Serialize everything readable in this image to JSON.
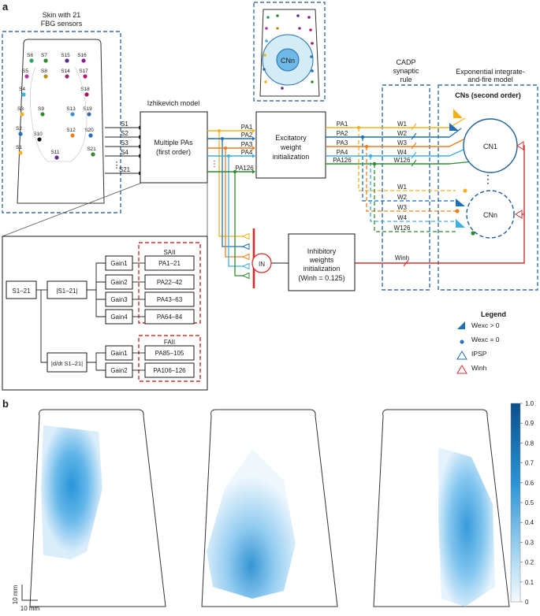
{
  "panels": {
    "a": "a",
    "b": "b"
  },
  "skin": {
    "title_line1": "Skin with 21",
    "title_line2": "FBG sensors",
    "sensor_labels": [
      "S6",
      "S7",
      "S15",
      "S16",
      "S5",
      "S8",
      "S14",
      "S17",
      "S4",
      "S18",
      "S3",
      "S9",
      "S13",
      "S19",
      "S2",
      "S10",
      "S12",
      "S20",
      "S1",
      "S11",
      "S21"
    ]
  },
  "signals": [
    "S1",
    "S2",
    "S3",
    "S4",
    "⋮",
    "S21"
  ],
  "izhikevich": {
    "title": "Izhikevich model",
    "box_line1": "Multiple PAs",
    "box_line2": "(first order)"
  },
  "pa_labels_left": [
    "PA1",
    "PA2",
    "PA3",
    "PA4",
    "⋮",
    "PA126"
  ],
  "excitatory": {
    "line1": "Excitatory",
    "line2": "weight",
    "line3": "initialization"
  },
  "cn_inset_label": "CNn",
  "pa_labels_right": [
    "PA1",
    "PA2",
    "PA3",
    "PA4",
    "PA126"
  ],
  "cadp": {
    "line1": "CADP",
    "line2": "synaptic",
    "line3": "rule"
  },
  "weights_top": [
    "W1",
    "W2",
    "W3",
    "W4",
    "W126"
  ],
  "weights_bottom": [
    "W1",
    "W2",
    "W3",
    "W4",
    "W126"
  ],
  "w_inh": "Winh",
  "eif": {
    "line1": "Exponential integrate-",
    "line2": "and-fire model",
    "cns_title": "CNs (second order)",
    "cn1": "CN1",
    "cnn": "CNn",
    "dots": "⋮"
  },
  "inhibitory": {
    "in_label": "IN",
    "line1": "Inhibitory",
    "line2": "weights",
    "line3": "initialization",
    "line4": "(Winh = 0.125)"
  },
  "subdiagram": {
    "input": "S1–21",
    "abs": "|S1–21|",
    "deriv": "|d/dt S1–21|",
    "gains_top": [
      "Gain1",
      "Gain2",
      "Gain3",
      "Gain4"
    ],
    "gains_bottom": [
      "Gain1",
      "Gain2"
    ],
    "saii": "SAII",
    "faii": "FAII",
    "pa_top": [
      "PA1–21",
      "PA22–42",
      "PA43–63",
      "PA64–84"
    ],
    "pa_bottom": [
      "PA85–105",
      "PA106–126"
    ]
  },
  "legend": {
    "title": "Legend",
    "items": [
      "Wexc > 0",
      "Wexc = 0",
      "IPSP",
      "Winh"
    ]
  },
  "scale": {
    "vertical": "10 mm",
    "horizontal": "10 mm"
  },
  "colorbar": {
    "ticks": [
      "1.0",
      "0.9",
      "0.8",
      "0.7",
      "0.6",
      "0.5",
      "0.4",
      "0.3",
      "0.2",
      "0.1",
      "0"
    ]
  },
  "colors": {
    "pa1": "#f2b21b",
    "pa2": "#1e6fb5",
    "pa3": "#ef7d1a",
    "pa4": "#3cb0e0",
    "pa126": "#2e8b2e",
    "inhibitory": "#d62e2e",
    "box_dash": "#3a6ea5"
  }
}
